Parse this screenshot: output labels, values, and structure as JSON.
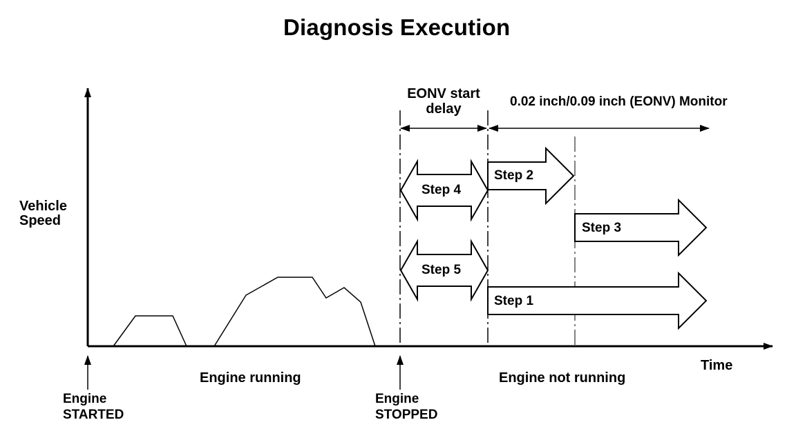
{
  "title": "Diagnosis Execution",
  "y_axis_label": [
    "Vehicle",
    "Speed"
  ],
  "x_axis_label": "Time",
  "phases": {
    "running": "Engine running",
    "not_running": "Engine not running"
  },
  "events": {
    "started": [
      "Engine",
      "STARTED"
    ],
    "stopped": [
      "Engine",
      "STOPPED"
    ]
  },
  "spans": {
    "eonv_start_delay": [
      "EONV start",
      "delay"
    ],
    "monitor": "0.02 inch/0.09 inch (EONV) Monitor"
  },
  "steps": {
    "step1": "Step 1",
    "step2": "Step 2",
    "step3": "Step 3",
    "step4": "Step 4",
    "step5": "Step 5"
  },
  "colors": {
    "line": "#000000",
    "background": "#ffffff"
  }
}
